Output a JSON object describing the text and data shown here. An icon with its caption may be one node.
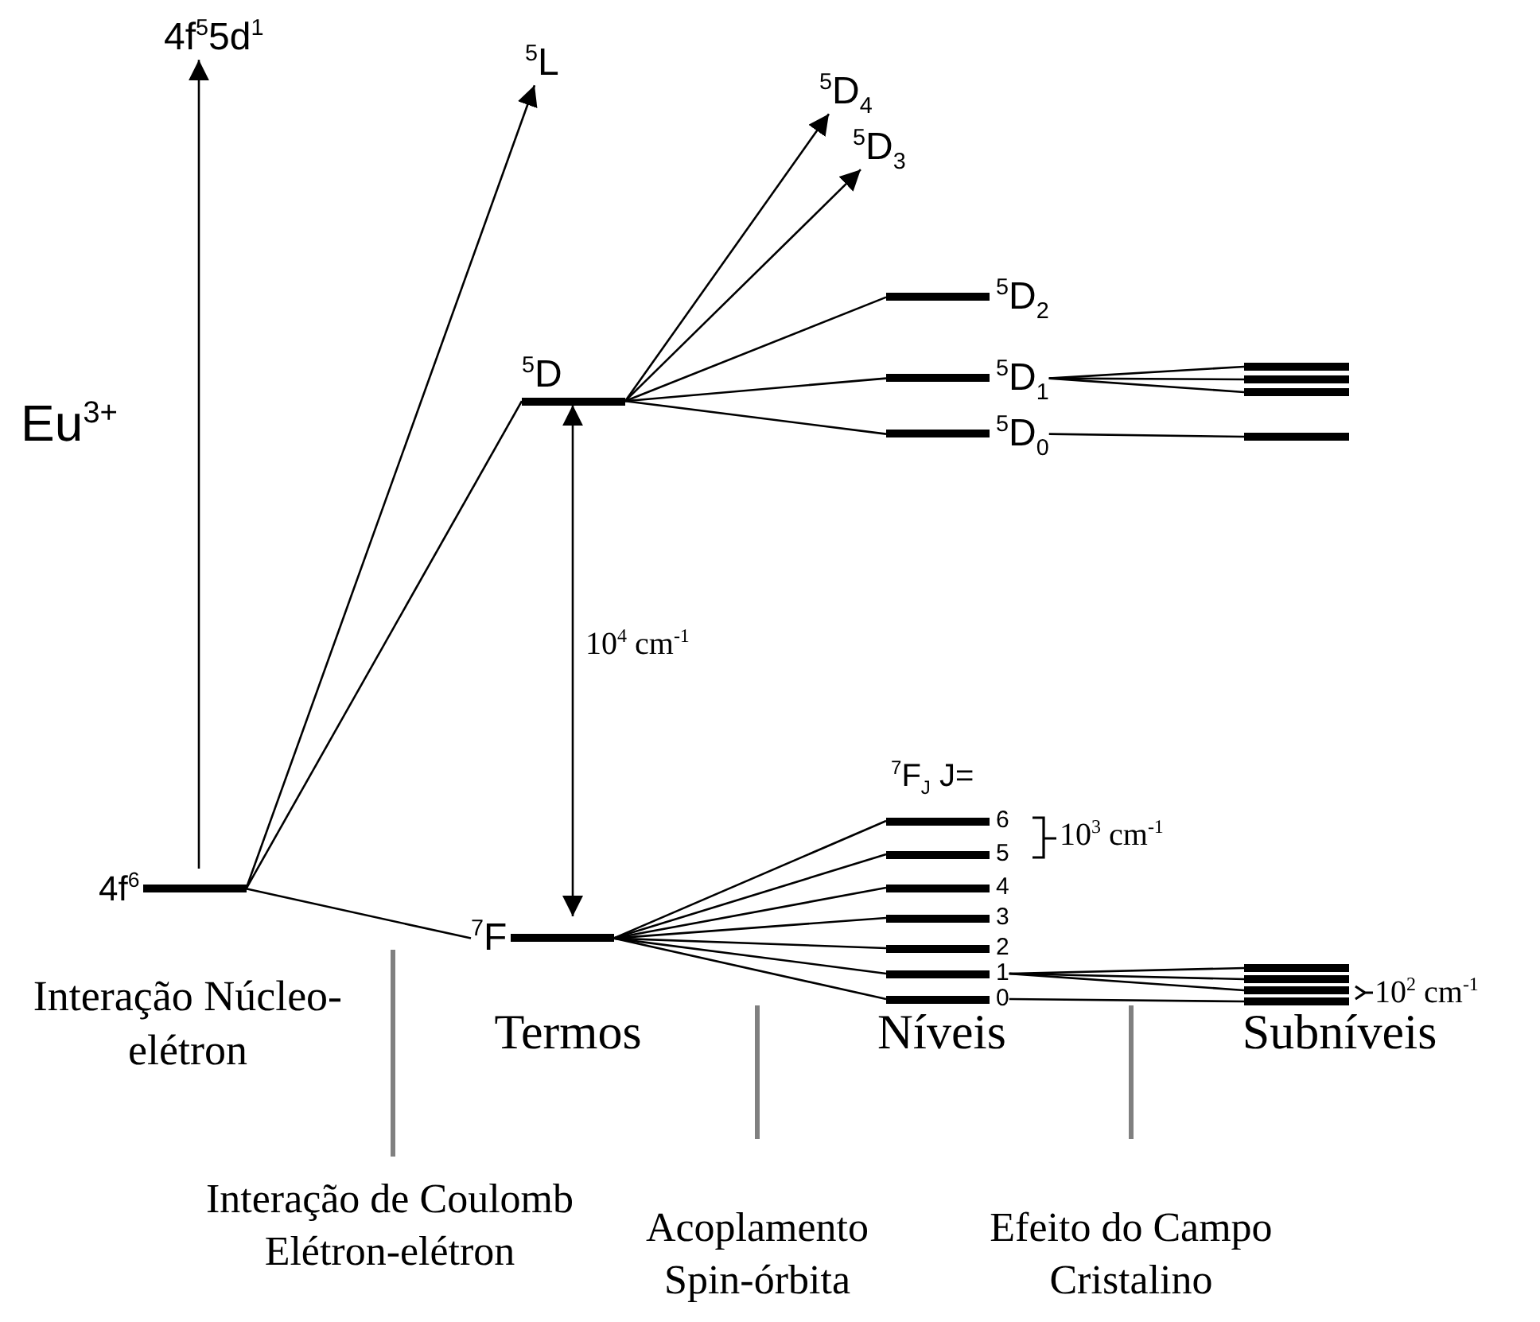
{
  "diagram": {
    "nodes": [
      {
        "text": [
          "4f$^{6}$"
        ]
      },
      {
        "text": [
          "4f$^{5}$5d$^{1}$"
        ]
      },
      {
        "text": [
          "$^{5}$L"
        ]
      },
      {
        "text": [
          "$^{5}$D"
        ]
      },
      {
        "text": [
          "$^{7}$F"
        ]
      },
      {
        "text": [
          "$^{5}$D$_{4}$"
        ]
      },
      {
        "text": [
          "$^{5}$D$_{3}$"
        ]
      },
      {
        "text": [
          "$^{5}$D$_{2}$"
        ]
      },
      {
        "text": [
          "$^{5}$D$_{1}$"
        ]
      },
      {
        "text": [
          "$^{5}$D$_{0}$"
        ]
      },
      {
        "text": [
          "6"
        ]
      },
      {
        "text": [
          "5"
        ]
      },
      {
        "text": [
          "4"
        ]
      },
      {
        "text": [
          "3"
        ]
      },
      {
        "text": [
          "2"
        ]
      },
      {
        "text": [
          "1"
        ]
      },
      {
        "text": [
          "0"
        ]
      },
      {
        "text": [],
        "shape": "bar"
      },
      {
        "text": [],
        "shape": "bar"
      },
      {
        "text": [],
        "shape": "bar"
      },
      {
        "text": [],
        "shape": "bar"
      },
      {
        "text": [],
        "shape": "bar"
      },
      {
        "text": [],
        "shape": "bar"
      },
      {
        "text": [],
        "shape": "bar"
      },
      {
        "text": [],
        "shape": "bar"
      }
    ],
    "edges": [
      {
        "from": 0,
        "to": 1,
        "arrow": "to"
      },
      {
        "from": 0,
        "to": 2,
        "arrow": "to"
      },
      {
        "from": 0,
        "to": 3,
        "arrow": "none"
      },
      {
        "from": 0,
        "to": 4,
        "arrow": "none"
      },
      {
        "from": 3,
        "to": 5,
        "arrow": "to"
      },
      {
        "from": 3,
        "to": 6,
        "arrow": "to"
      },
      {
        "from": 3,
        "to": 7,
        "arrow": "none"
      },
      {
        "from": 3,
        "to": 8,
        "arrow": "none"
      },
      {
        "from": 3,
        "to": 9,
        "arrow": "none"
      },
      {
        "from": 3,
        "to": 4,
        "arrow": "both",
        "label": "10$^{4}$ cm$^{-1}$"
      },
      {
        "from": 4,
        "to": 10,
        "arrow": "none"
      },
      {
        "from": 4,
        "to": 11,
        "arrow": "none"
      },
      {
        "from": 4,
        "to": 12,
        "arrow": "none"
      },
      {
        "from": 4,
        "to": 13,
        "arrow": "none"
      },
      {
        "from": 4,
        "to": 14,
        "arrow": "none"
      },
      {
        "from": 4,
        "to": 15,
        "arrow": "none"
      },
      {
        "from": 4,
        "to": 16,
        "arrow": "none"
      },
      {
        "from": 8,
        "to": 17,
        "arrow": "none"
      },
      {
        "from": 8,
        "to": 18,
        "arrow": "none"
      },
      {
        "from": 8,
        "to": 19,
        "arrow": "none"
      },
      {
        "from": 9,
        "to": 20,
        "arrow": "none"
      },
      {
        "from": 15,
        "to": 21,
        "arrow": "none"
      },
      {
        "from": 15,
        "to": 22,
        "arrow": "none"
      },
      {
        "from": 15,
        "to": 23,
        "arrow": "none"
      },
      {
        "from": 16,
        "to": 24,
        "arrow": "none"
      }
    ],
    "labels": [
      "Eu$^{3+}$",
      "$^{7}$F$_{J}$ J=",
      "10$^{3}$ cm$^{-1}$",
      "10$^{2}$ cm$^{-1}$",
      "Interação Núcleo-elétron",
      "Termos",
      "Níveis",
      "Subníveis",
      "Interação de Coulomb Elétron-elétron",
      "Acoplamento Spin-órbita",
      "Efeito do Campo Cristalino"
    ]
  }
}
